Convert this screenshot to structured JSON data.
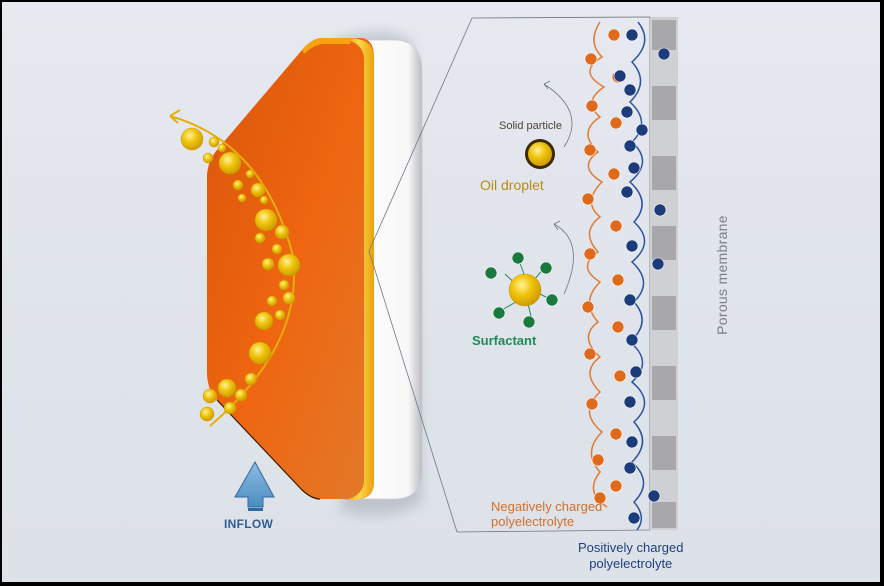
{
  "diagram": {
    "left_panel": {
      "description": "Membrane module cross-section with oil droplets rejected along curved flow path",
      "inflow_label": "INFLOW",
      "colors": {
        "membrane_orange": "#e8620f",
        "rim_yellow": "#f3b10a",
        "backing_white": "#ffffff",
        "droplet": "#e8b808",
        "arrow_blue": "#5b9bcc"
      }
    },
    "right_panel": {
      "description": "Zoomed view: layer-by-layer polyelectrolyte coating on porous membrane",
      "labels": {
        "solid_particle": "Solid particle",
        "oil_droplet": "Oil droplet",
        "surfactant": "Surfactant",
        "negative_pe_line1": "Negatively charged",
        "negative_pe_line2": "polyelectrolyte",
        "positive_pe_line1": "Positively charged",
        "positive_pe_line2": "polyelectrolyte",
        "porous_membrane": "Porous membrane"
      },
      "charges": {
        "negative_symbol": "−",
        "positive_symbol": "+"
      },
      "colors": {
        "negative": "#e06a1c",
        "positive": "#1c3b7a",
        "surfactant_head": "#1a7a3e",
        "membrane_block": "#a8a8ab",
        "membrane_gap": "#cfd0d3"
      }
    }
  }
}
